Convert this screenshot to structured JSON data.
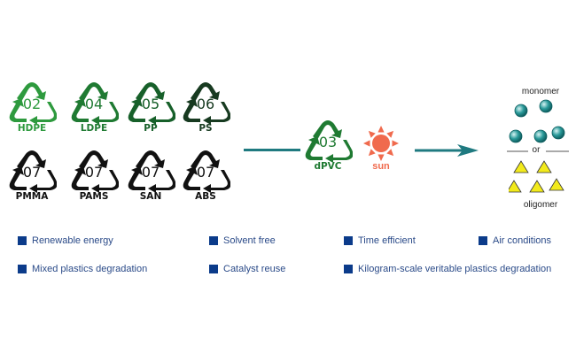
{
  "plastics": [
    {
      "code": "02",
      "name": "HDPE",
      "color": "#2e9a3e"
    },
    {
      "code": "04",
      "name": "LDPE",
      "color": "#1f7a32"
    },
    {
      "code": "05",
      "name": "PP",
      "color": "#17602a"
    },
    {
      "code": "06",
      "name": "PS",
      "color": "#173a20"
    },
    {
      "code": "07",
      "name": "PMMA",
      "color": "#111111"
    },
    {
      "code": "07",
      "name": "PAMS",
      "color": "#111111"
    },
    {
      "code": "07",
      "name": "SAN",
      "color": "#111111"
    },
    {
      "code": "07",
      "name": "ABS",
      "color": "#111111"
    }
  ],
  "catalyst": {
    "code": "03",
    "name": "dPVC",
    "color": "#1f7a32"
  },
  "light": {
    "name": "sun",
    "color": "#f06a4d"
  },
  "arrow_color": "#1f7a80",
  "products": {
    "monomer_label": "monomer",
    "separator_label": "or",
    "oligomer_label": "oligomer",
    "monomer_color": "#2a9a9a",
    "oligomer_color": "#f2ea1c"
  },
  "features": [
    "Renewable energy",
    "Solvent free",
    "Time efficient",
    "Air conditions",
    "Mixed plastics degradation",
    "Catalyst reuse",
    "Kilogram-scale veritable plastics degradation"
  ],
  "feature_color": "#0b3b8a"
}
